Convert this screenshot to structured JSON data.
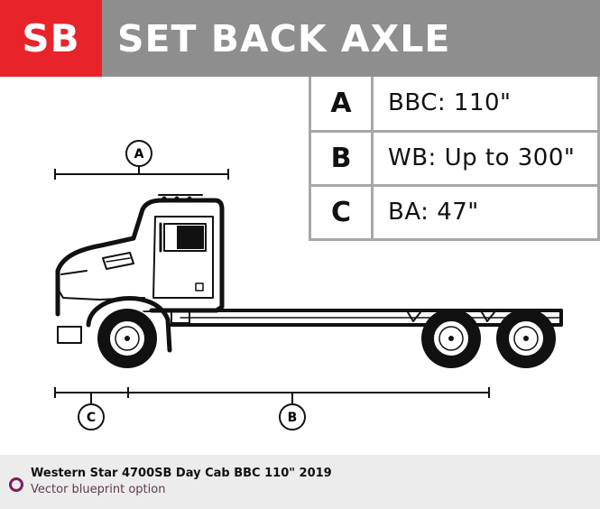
{
  "header": {
    "badge": "SB",
    "title": "SET BACK AXLE"
  },
  "specs": [
    {
      "letter": "A",
      "value": "BBC: 110\""
    },
    {
      "letter": "B",
      "value": "WB: Up to 300\""
    },
    {
      "letter": "C",
      "value": "BA: 47\""
    }
  ],
  "callouts": {
    "a": "A",
    "b": "B",
    "c": "C"
  },
  "footer": {
    "title": "Western Star 4700SB Day Cab BBC 110\" 2019",
    "subtitle": "Vector blueprint option",
    "icon": "radio-circle-icon"
  },
  "colors": {
    "badge": "#e8242b",
    "header": "#8e8e8e",
    "table_border": "#a7a7a7",
    "footer_bg": "#ececec",
    "footer_icon": "#7d1d5e"
  }
}
